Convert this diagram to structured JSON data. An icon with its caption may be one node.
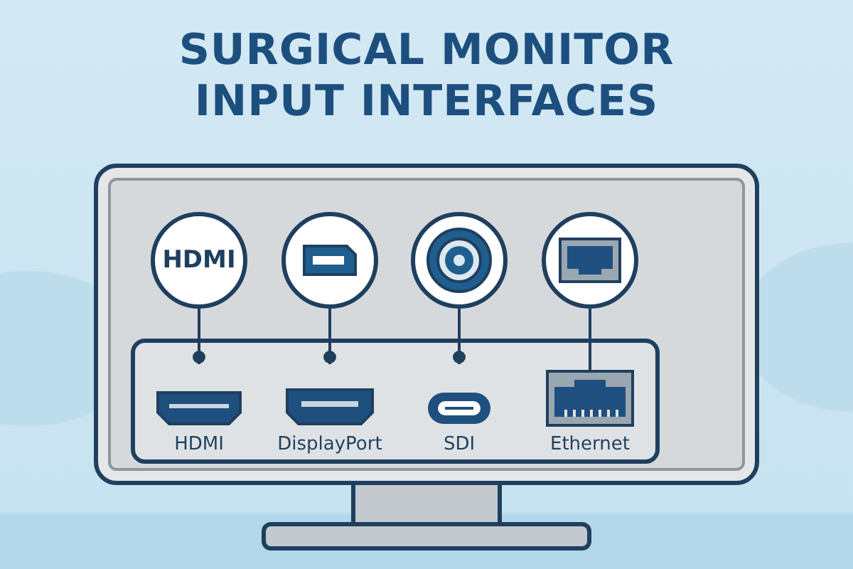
{
  "diagram": {
    "title": "SURGICAL MONITOR INPUT INTERFACES",
    "nodes": [
      {
        "text": [],
        "shape": "box"
      },
      {
        "text": [],
        "shape": "box",
        "in": 0
      },
      {
        "text": [
          "HDMI"
        ],
        "in": 0
      },
      {
        "text": [],
        "shape": "circle",
        "in": 0
      },
      {
        "text": [],
        "shape": "circle",
        "in": 0
      },
      {
        "text": [],
        "shape": "circle",
        "in": 0
      },
      {
        "text": [
          "HDMI"
        ],
        "in": 1
      },
      {
        "text": [
          "DisplayPort"
        ],
        "in": 1
      },
      {
        "text": [
          "SDI"
        ],
        "in": 1
      },
      {
        "text": [
          "Ethernet"
        ],
        "in": 1
      }
    ],
    "edges": [
      {
        "from": 2,
        "to": 6,
        "arrow": "other"
      },
      {
        "from": 3,
        "to": 7,
        "arrow": "other"
      },
      {
        "from": 4,
        "to": 8,
        "arrow": "other"
      },
      {
        "from": 5,
        "to": 9,
        "arrow": "none"
      }
    ]
  }
}
